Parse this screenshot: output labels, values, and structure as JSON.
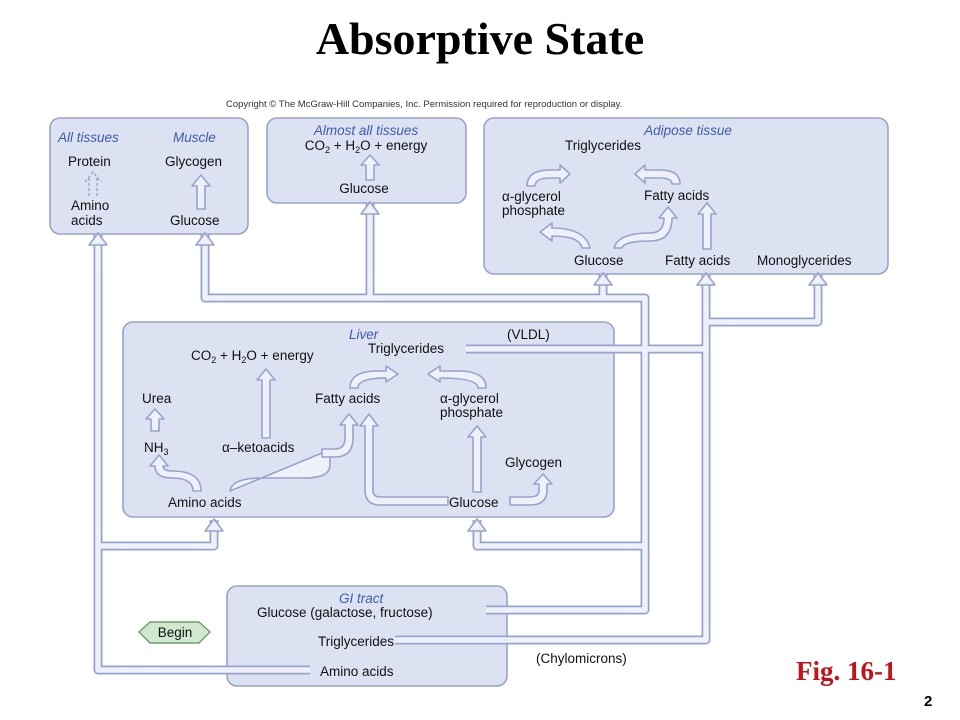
{
  "title": "Absorptive State",
  "copyright": "Copyright © The McGraw-Hill Companies, Inc. Permission required for reproduction or display.",
  "figure_label": "Fig. 16-1",
  "page_number": "2",
  "boxes": {
    "all_tissues": {
      "header": "All tissues",
      "top": "Protein",
      "bottom_line1": "Amino",
      "bottom_line2": "acids"
    },
    "muscle": {
      "header": "Muscle",
      "top": "Glycogen",
      "bottom": "Glucose"
    },
    "almost_all": {
      "header": "Almost all tissues",
      "co2": "CO",
      "co2_sub": "2",
      "rest_a": " + H",
      "h2o_sub": "2",
      "rest_b": "O + energy",
      "bottom": "Glucose"
    },
    "adipose": {
      "header": "Adipose tissue",
      "triglycerides": "Triglycerides",
      "agp_line1": "α-glycerol",
      "agp_line2": "phosphate",
      "fatty_acids_top": "Fatty acids",
      "glucose": "Glucose",
      "fatty_acids_bottom": "Fatty acids",
      "monoglycerides": "Monoglycerides"
    },
    "liver": {
      "header": "Liver",
      "vldl": "(VLDL)",
      "triglycerides": "Triglycerides",
      "co2": "CO",
      "co2_sub": "2",
      "rest_a": " + H",
      "h2o_sub": "2",
      "rest_b": "O + energy",
      "urea": "Urea",
      "fatty_acids": "Fatty acids",
      "agp_line1": "α-glycerol",
      "agp_line2": "phosphate",
      "nh3": "NH",
      "nh3_sub": "3",
      "ketoacids": "α–ketoacids",
      "glycogen": "Glycogen",
      "amino_acids": "Amino acids",
      "glucose": "Glucose"
    },
    "gi_tract": {
      "header": "GI tract",
      "glucose": "Glucose (galactose, fructose)",
      "triglycerides": "Triglycerides",
      "amino_acids": "Amino acids",
      "chylomicrons": "(Chylomicrons)"
    }
  },
  "begin_label": "Begin"
}
